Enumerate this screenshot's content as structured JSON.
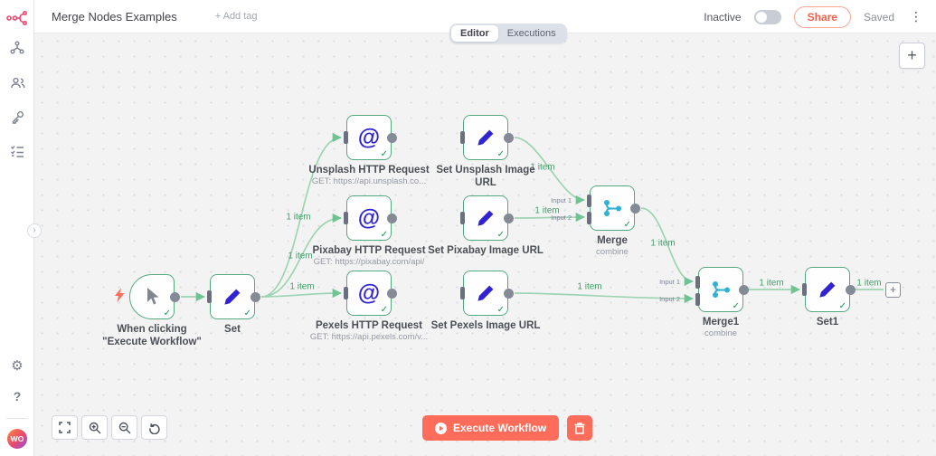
{
  "header": {
    "title": "Merge Nodes Examples",
    "add_tag_label": "+ Add tag",
    "status_label": "Inactive",
    "share_label": "Share",
    "saved_label": "Saved"
  },
  "tabs": {
    "editor": "Editor",
    "executions": "Executions",
    "active_tab": "Editor"
  },
  "sidebar": {
    "help_label": "?",
    "avatar_initials": "WO"
  },
  "icons": {
    "plus": "+",
    "kebab": "⋮",
    "check": "✓",
    "chevron_right": "›",
    "gear": "⚙",
    "at": "@"
  },
  "canvas": {
    "edge_label": "1 item",
    "nodes": {
      "trigger": {
        "label": "When clicking \"Execute Workflow\""
      },
      "set": {
        "label": "Set"
      },
      "unsplash_http": {
        "label": "Unsplash HTTP Request",
        "sublabel": "GET: https://api.unsplash.co..."
      },
      "set_unsplash": {
        "label": "Set Unsplash Image URL"
      },
      "pixabay_http": {
        "label": "Pixabay HTTP Request",
        "sublabel": "GET: https://pixabay.com/api/"
      },
      "set_pixabay": {
        "label": "Set Pixabay Image URL"
      },
      "pexels_http": {
        "label": "Pexels HTTP Request",
        "sublabel": "GET: https://api.pexels.com/v..."
      },
      "set_pexels": {
        "label": "Set Pexels Image URL"
      },
      "merge": {
        "label": "Merge",
        "sublabel": "combine",
        "inputs": [
          "Input 1",
          "Input 2"
        ]
      },
      "merge1": {
        "label": "Merge1",
        "sublabel": "combine",
        "inputs": [
          "Input 1",
          "Input 2"
        ]
      },
      "set1": {
        "label": "Set1"
      }
    }
  },
  "controls": {
    "execute_label": "Execute Workflow"
  },
  "colors": {
    "brand": "#ea4b71",
    "accent": "#ff6d5a",
    "success_border": "#53a87f",
    "edge_green": "#9fd4b3",
    "icon_blue": "#3023d1",
    "merge_icon_cyan": "#2fb1d1"
  }
}
